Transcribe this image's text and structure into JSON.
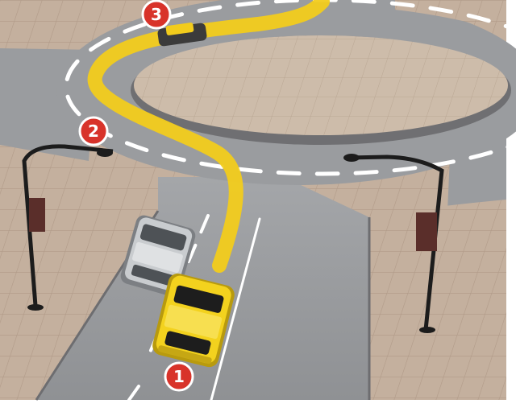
{
  "markers": [
    {
      "label": "1"
    },
    {
      "label": "2"
    },
    {
      "label": "3"
    }
  ],
  "colors": {
    "background": "#ffffff",
    "sidewalk": "#c4b09e",
    "tile_line": "#b09a88",
    "road": "#9a9c9f",
    "road_dark": "#85878a",
    "island": "#cdbcaa",
    "island_rim": "#6f6f72",
    "lane_paint": "#ffffff",
    "path_highlight": "#f2cc1c",
    "yellow_car": "#f3d21e",
    "silver_car": "#c9cccf",
    "lamp_post": "#1c1c1c",
    "banner": "#5a2e2a",
    "marker_fill": "#d8332a"
  },
  "icons": {
    "yellow_car": "yellow-car-icon",
    "silver_car": "silver-car-icon",
    "street_lamp": "street-lamp-icon"
  }
}
